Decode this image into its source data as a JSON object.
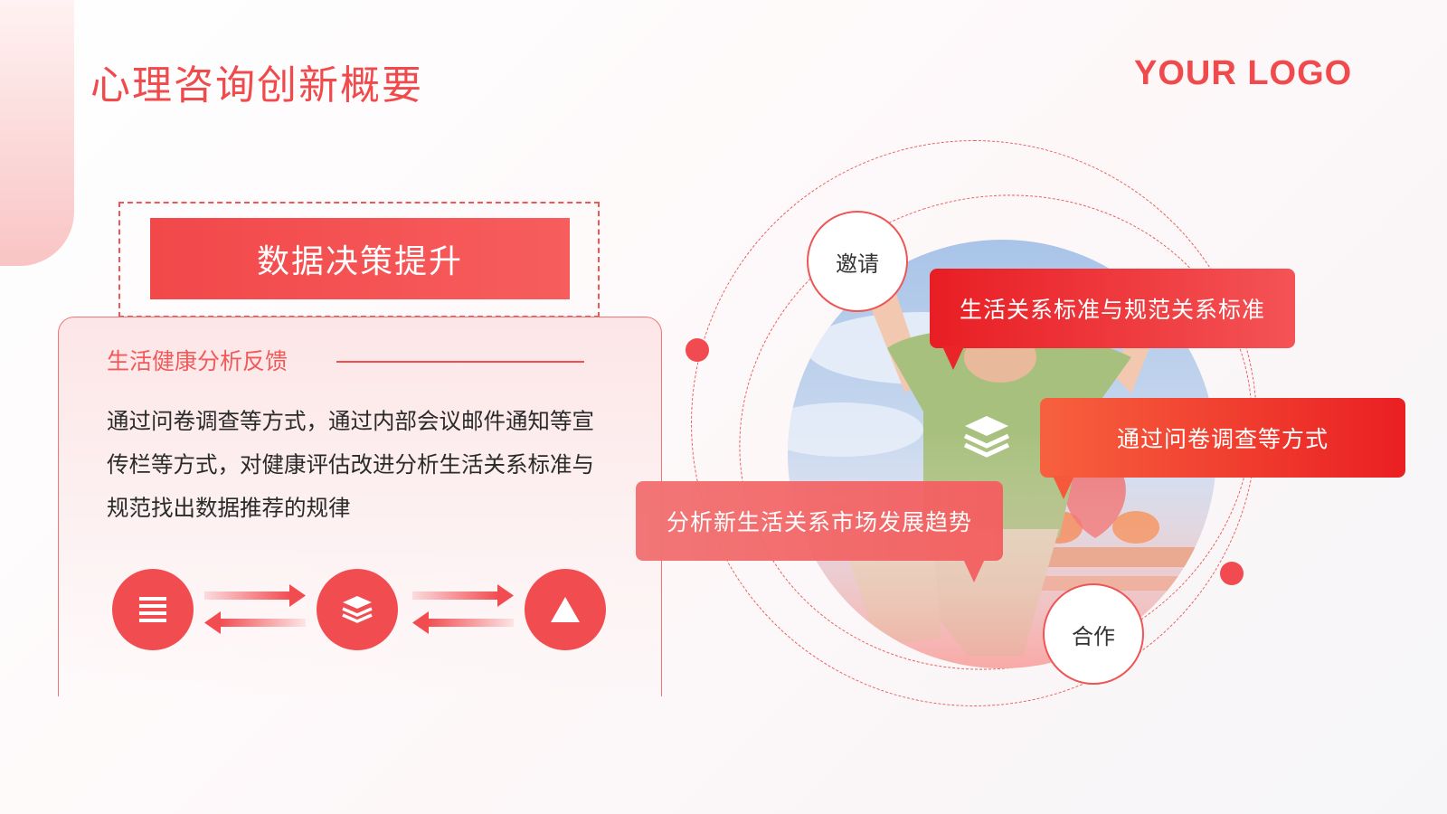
{
  "header": {
    "title": "心理咨询创新概要",
    "logo": "YOUR LOGO"
  },
  "left": {
    "banner": "数据决策提升",
    "card": {
      "subtitle": "生活健康分析反馈",
      "body": "通过问卷调查等方式，通过内部会议邮件通知等宣传栏等方式，对健康评估改进分析生活关系标准与规范找出数据推荐的规律"
    },
    "flow_icons": [
      "list-icon",
      "layers-icon",
      "triangle-icon"
    ]
  },
  "right": {
    "nodes": {
      "top": "邀请",
      "bottom": "合作"
    },
    "bubbles": {
      "first": "生活关系标准与规范关系标准",
      "second": "通过问卷调查等方式",
      "third": "分析新生活关系市场发展趋势"
    }
  },
  "colors": {
    "accent": "#f04a4c",
    "orange": "#f7633f",
    "text": "#2a2a2a"
  }
}
